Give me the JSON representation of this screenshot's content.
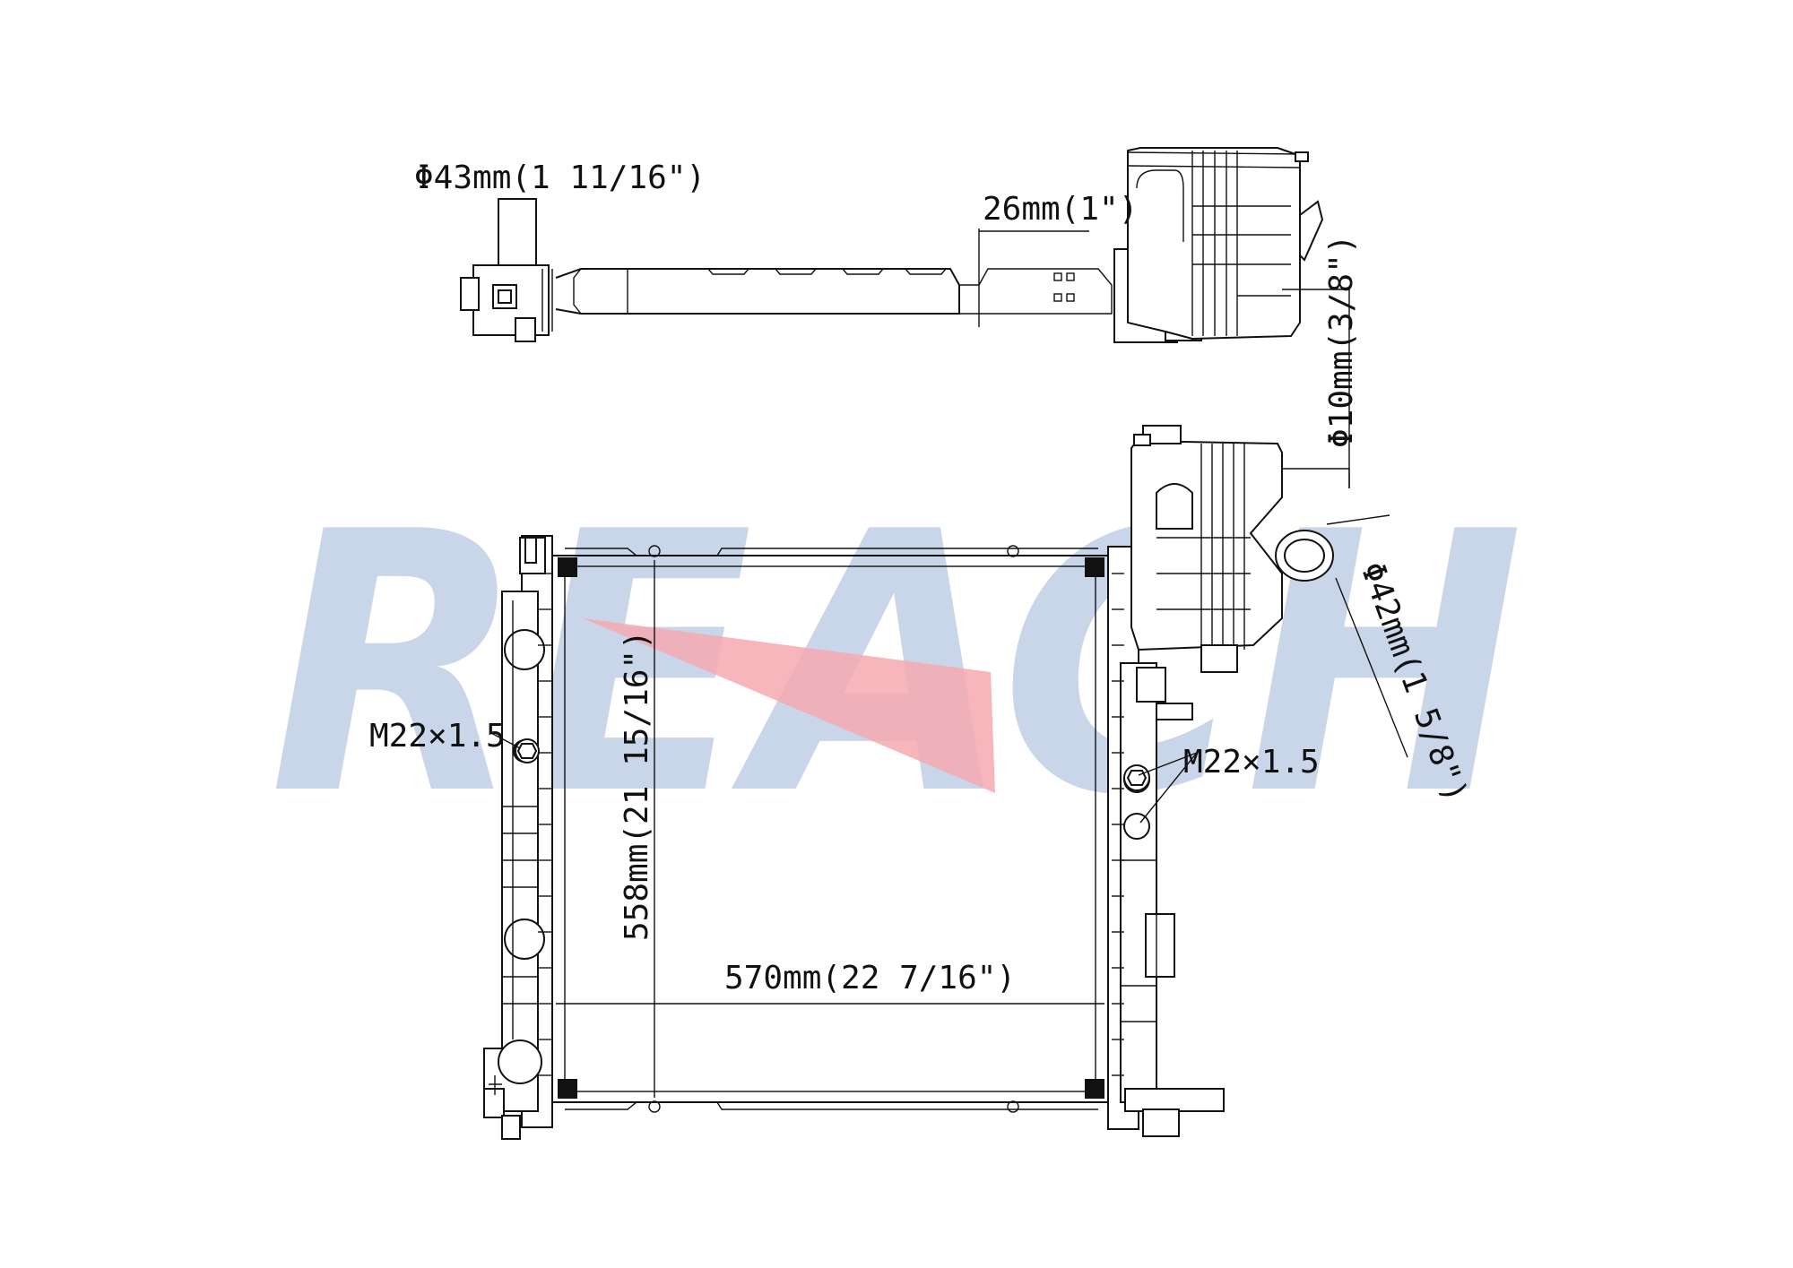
{
  "watermark": {
    "text": "REACH",
    "color": "#c9d5e8",
    "accent_color": "#f4a9b0"
  },
  "dimensions": {
    "inlet_diameter": "Φ43mm(1 11/16\")",
    "core_thickness": "26mm(1\")",
    "small_port_diameter": "Φ10mm(3/8\")",
    "outlet_diameter": "Φ42mm(1 5/8\")",
    "core_height": "558mm(21 15/16\")",
    "core_width": "570mm(22 7/16\")",
    "left_drain_thread": "M22×1.5",
    "right_drain_thread": "M22×1.5"
  }
}
